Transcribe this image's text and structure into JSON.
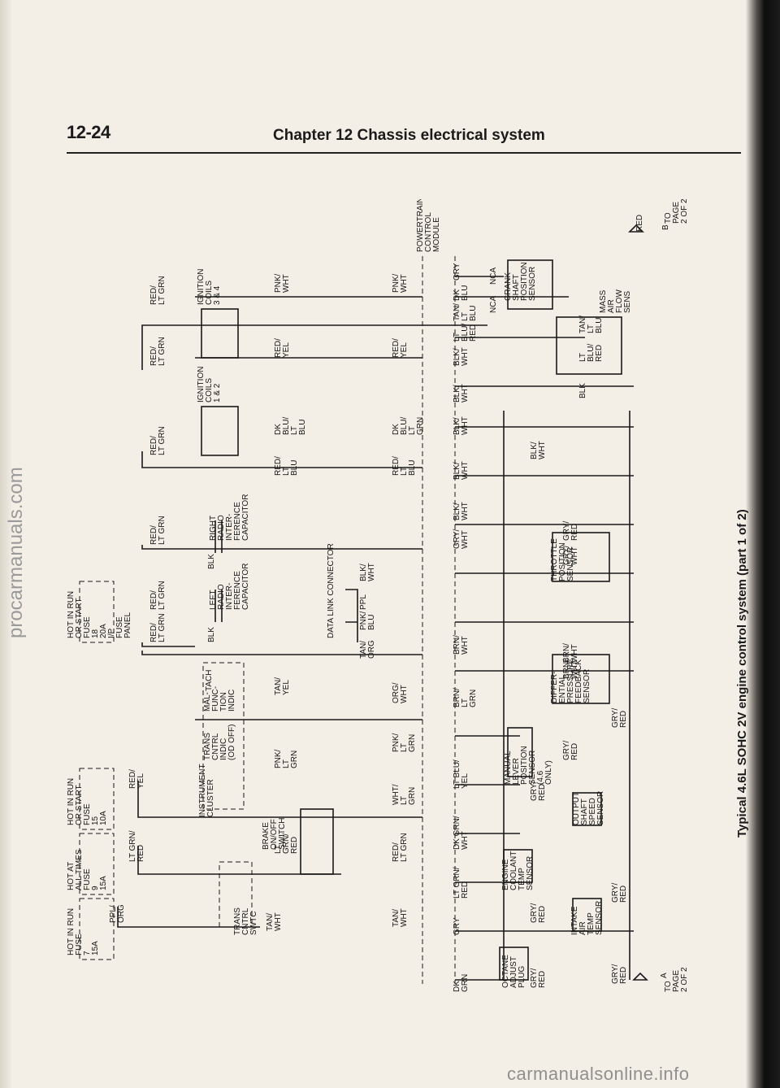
{
  "header": {
    "page_number": "12-24",
    "chapter_title": "Chapter 12  Chassis electrical system"
  },
  "caption": "Typical 4.6L SOHC 2V engine control system (part 1 of 2)",
  "watermarks": {
    "side": "procarmanuals.com",
    "bottom": "carmanualsonline.info"
  },
  "diagram": {
    "fuse_boxes": [
      {
        "lines": [
          "HOT IN RUN",
          "FUSE",
          "7",
          "15A"
        ]
      },
      {
        "lines": [
          "HOT AT",
          "ALL TIMES",
          "FUSE",
          "9",
          "15A"
        ]
      },
      {
        "lines": [
          "HOT IN RUN",
          "OR START",
          "FUSE",
          "15",
          "10A"
        ]
      },
      {
        "lines": [
          "HOT IN RUN",
          "OR START",
          "FUSE",
          "18",
          "20A",
          "I/P",
          "FUSE",
          "PANEL"
        ]
      }
    ],
    "components": [
      {
        "lines": [
          "TRANS",
          "CNTRL",
          "SWTC"
        ]
      },
      {
        "lines": [
          "BRAKE",
          "ON/OFF",
          "SWITCH"
        ]
      },
      {
        "lines": [
          "INSTRUMENT",
          "CLUSTER"
        ]
      },
      {
        "lines": [
          "TRANS",
          "CNTRL",
          "INDIC",
          "(OD OFF)"
        ]
      },
      {
        "lines": [
          "MAL-",
          "FUNC-",
          "TION",
          "INDIC"
        ]
      },
      {
        "lines": [
          "TACH"
        ]
      },
      {
        "lines": [
          "LEFT",
          "RADIO",
          "INTER-",
          "FERENCE",
          "CAPACITOR"
        ]
      },
      {
        "lines": [
          "RIGHT",
          "RADIO",
          "INTER-",
          "FERENCE",
          "CAPACITOR"
        ]
      },
      {
        "lines": [
          "IGNITION",
          "COILS",
          "1 & 2"
        ]
      },
      {
        "lines": [
          "IGNITION",
          "COILS",
          "3 & 4"
        ]
      },
      {
        "lines": [
          "DATA LINK CONNECTOR"
        ]
      },
      {
        "lines": [
          "POWERTRAIN",
          "CONTROL",
          "MODULE"
        ]
      },
      {
        "lines": [
          "OCTANE",
          "ADJUST",
          "PLUG"
        ]
      },
      {
        "lines": [
          "INTAKE",
          "AIR",
          "TEMP",
          "SENSOR"
        ]
      },
      {
        "lines": [
          "ENGINE",
          "COOLANT",
          "TEMP",
          "SENSOR"
        ]
      },
      {
        "lines": [
          "OUTPUT",
          "SHAFT",
          "SPEED",
          "SENSOR"
        ]
      },
      {
        "lines": [
          "MANUAL",
          "LEVER",
          "POSITION",
          "SENSOR",
          "(4.6",
          "ONLY)"
        ]
      },
      {
        "lines": [
          "DIFFER-",
          "ENTIAL",
          "PRESSURE",
          "FEEDBACK",
          "SENSOR"
        ]
      },
      {
        "lines": [
          "THROTTLE",
          "POSITION",
          "SENSOR"
        ]
      },
      {
        "lines": [
          "MASS",
          "AIR",
          "FLOW",
          "SENS"
        ]
      },
      {
        "lines": [
          "CRANK-",
          "SHAFT",
          "POSITION",
          "SENSOR"
        ]
      }
    ],
    "wires_upper": [
      {
        "lines": [
          "PPL/",
          "ORG"
        ]
      },
      {
        "lines": [
          "LT GRN/",
          "RED"
        ]
      },
      {
        "lines": [
          "RED/",
          "YEL"
        ]
      },
      {
        "lines": [
          "RED/",
          "LT GRN"
        ]
      },
      {
        "lines": [
          "RED/",
          "LT GRN"
        ]
      },
      {
        "lines": [
          "RED/",
          "LT GRN"
        ]
      },
      {
        "lines": [
          "RED/",
          "LT GRN"
        ]
      },
      {
        "lines": [
          "RED/",
          "LT GRN"
        ]
      },
      {
        "lines": [
          "RED/",
          "LT GRN"
        ]
      }
    ],
    "wires_middle": [
      {
        "lines": [
          "TAN/",
          "WHT"
        ]
      },
      {
        "lines": [
          "LT",
          "GRN/",
          "RED"
        ]
      },
      {
        "lines": [
          "PNK/",
          "LT",
          "GRN"
        ]
      },
      {
        "lines": [
          "TAN/",
          "YEL"
        ]
      },
      {
        "lines": [
          "BLK"
        ]
      },
      {
        "lines": [
          "BLK"
        ]
      },
      {
        "lines": [
          "RED/",
          "LT",
          "BLU"
        ]
      },
      {
        "lines": [
          "DK",
          "BLU/",
          "LT",
          "BLU"
        ]
      },
      {
        "lines": [
          "RED/",
          "YEL"
        ]
      },
      {
        "lines": [
          "PNK/",
          "WHT"
        ]
      }
    ],
    "wires_dlc": [
      {
        "lines": [
          "TAN/",
          "ORG"
        ]
      },
      {
        "lines": [
          "PNK/",
          "BLU"
        ]
      },
      {
        "lines": [
          "PPL"
        ]
      },
      {
        "lines": [
          "BLK/",
          "WHT"
        ]
      }
    ],
    "wires_pcm_left": [
      {
        "lines": [
          "TAN/",
          "WHT"
        ]
      },
      {
        "lines": [
          "RED/",
          "LT GRN"
        ]
      },
      {
        "lines": [
          "WHT/",
          "LT",
          "GRN"
        ]
      },
      {
        "lines": [
          "PNK/",
          "LT",
          "GRN"
        ]
      },
      {
        "lines": [
          "ORG/",
          "WHT"
        ]
      },
      {
        "lines": [
          "RED/",
          "LT",
          "BLU"
        ]
      },
      {
        "lines": [
          "DK",
          "BLU/",
          "LT",
          "GRN"
        ]
      },
      {
        "lines": [
          "RED/",
          "YEL"
        ]
      },
      {
        "lines": [
          "PNK/",
          "WHT"
        ]
      }
    ],
    "wires_pcm_right": [
      {
        "lines": [
          "DK",
          "GRN"
        ]
      },
      {
        "lines": [
          "GRY"
        ]
      },
      {
        "lines": [
          "LT GRN/",
          "RED"
        ]
      },
      {
        "lines": [
          "DK GRN/",
          "WHT"
        ]
      },
      {
        "lines": [
          "LT BLU/",
          "YEL"
        ]
      },
      {
        "lines": [
          "BRN/",
          "LT",
          "GRN"
        ]
      },
      {
        "lines": [
          "BRN/",
          "WHT"
        ]
      },
      {
        "lines": [
          "GRY/",
          "WHT"
        ]
      },
      {
        "lines": [
          "BLK/",
          "WHT"
        ]
      },
      {
        "lines": [
          "BLK/",
          "WHT"
        ]
      },
      {
        "lines": [
          "BLK/",
          "WHT"
        ]
      },
      {
        "lines": [
          "BLK/",
          "WHT"
        ]
      },
      {
        "lines": [
          "BLK/",
          "WHT"
        ]
      },
      {
        "lines": [
          "LT",
          "BLU/",
          "RED"
        ]
      },
      {
        "lines": [
          "TAN/",
          "LT",
          "BLU"
        ]
      },
      {
        "lines": [
          "DK",
          "BLU"
        ]
      },
      {
        "lines": [
          "GRY"
        ]
      }
    ],
    "wires_sensors": [
      {
        "lines": [
          "GRY/",
          "RED"
        ]
      },
      {
        "lines": [
          "GRY/",
          "RED"
        ]
      },
      {
        "lines": [
          "GRY/",
          "RED"
        ]
      },
      {
        "lines": [
          "GRY/",
          "RED"
        ]
      },
      {
        "lines": [
          "GRY/",
          "RED"
        ]
      },
      {
        "lines": [
          "GRY/",
          "RED"
        ]
      },
      {
        "lines": [
          "GRY/",
          "RED"
        ]
      },
      {
        "lines": [
          "BRN/",
          "WHT"
        ]
      },
      {
        "lines": [
          "BRN/",
          "WHT"
        ]
      },
      {
        "lines": [
          "GRY/",
          "WHT"
        ]
      },
      {
        "lines": [
          "GRY/",
          "RED"
        ]
      },
      {
        "lines": [
          "BLK/",
          "WHT"
        ]
      },
      {
        "lines": [
          "BLK"
        ]
      },
      {
        "lines": [
          "LT",
          "BLU/",
          "RED"
        ]
      },
      {
        "lines": [
          "TAN/",
          "LT",
          "BLU"
        ]
      },
      {
        "lines": [
          "RED"
        ]
      },
      {
        "lines": [
          "NCA"
        ]
      },
      {
        "lines": [
          "NCA"
        ]
      }
    ],
    "off_page": [
      {
        "lines": [
          "TO",
          "PAGE",
          "2 OF 2"
        ]
      },
      {
        "lines": [
          "TO",
          "PAGE",
          "2 OF 2"
        ]
      }
    ],
    "connector_ids": [
      {
        "text": "A"
      },
      {
        "text": "B"
      }
    ]
  }
}
